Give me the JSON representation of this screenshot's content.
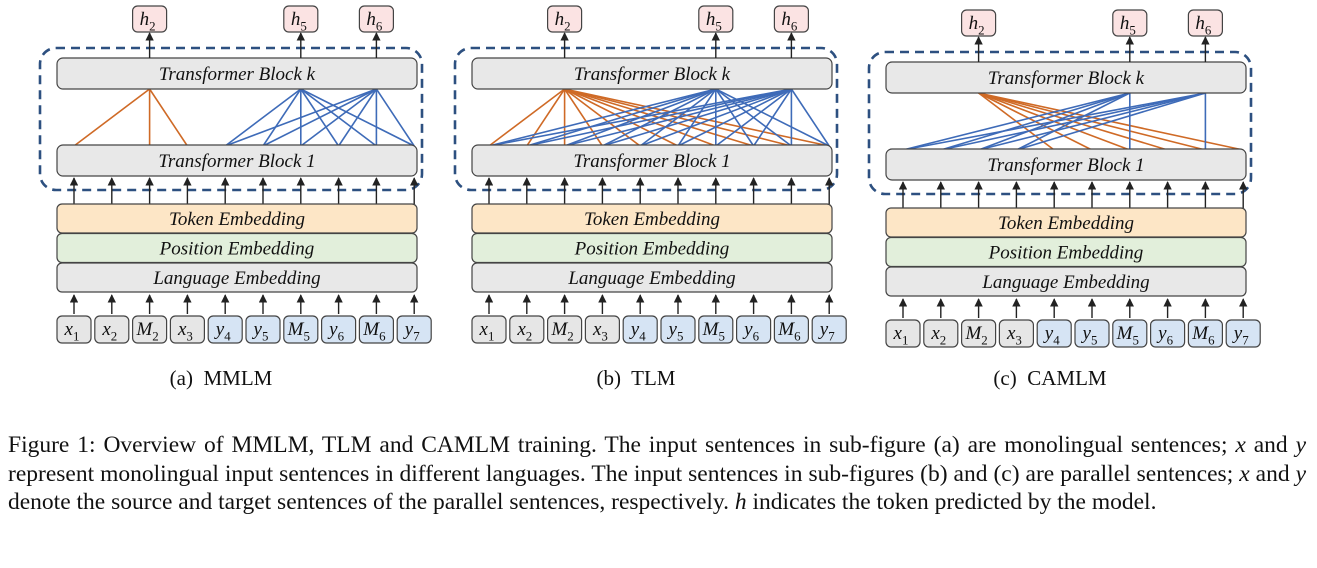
{
  "panels": [
    {
      "id": "a",
      "subcaption": "(a)  MMLM",
      "top_block": "Transformer Block k",
      "bottom_block": "Transformer Block 1",
      "embeddings": [
        "Token Embedding",
        "Position Embedding",
        "Language Embedding"
      ],
      "outputs": [
        {
          "base": "h",
          "sub": "2"
        },
        {
          "base": "h",
          "sub": "5"
        },
        {
          "base": "h",
          "sub": "6"
        }
      ],
      "tokens": [
        {
          "base": "x",
          "sub": "1",
          "lang": "x"
        },
        {
          "base": "x",
          "sub": "2",
          "lang": "x"
        },
        {
          "base": "M",
          "sub": "2",
          "lang": "x"
        },
        {
          "base": "x",
          "sub": "3",
          "lang": "x"
        },
        {
          "base": "y",
          "sub": "4",
          "lang": "y"
        },
        {
          "base": "y",
          "sub": "5",
          "lang": "y"
        },
        {
          "base": "M",
          "sub": "5",
          "lang": "y"
        },
        {
          "base": "y",
          "sub": "6",
          "lang": "y"
        },
        {
          "base": "M",
          "sub": "6",
          "lang": "y"
        },
        {
          "base": "y",
          "sub": "7",
          "lang": "y"
        }
      ],
      "attention": {
        "orange": [
          [
            2,
            0
          ],
          [
            2,
            2
          ],
          [
            2,
            3
          ]
        ],
        "blue": [
          [
            6,
            4
          ],
          [
            6,
            5
          ],
          [
            6,
            6
          ],
          [
            6,
            7
          ],
          [
            6,
            8
          ],
          [
            6,
            9
          ],
          [
            8,
            4
          ],
          [
            8,
            5
          ],
          [
            8,
            6
          ],
          [
            8,
            7
          ],
          [
            8,
            8
          ],
          [
            8,
            9
          ]
        ]
      }
    },
    {
      "id": "b",
      "subcaption": "(b)  TLM",
      "top_block": "Transformer Block k",
      "bottom_block": "Transformer Block 1",
      "embeddings": [
        "Token Embedding",
        "Position Embedding",
        "Language Embedding"
      ],
      "outputs": [
        {
          "base": "h",
          "sub": "2"
        },
        {
          "base": "h",
          "sub": "5"
        },
        {
          "base": "h",
          "sub": "6"
        }
      ],
      "tokens": [
        {
          "base": "x",
          "sub": "1",
          "lang": "x"
        },
        {
          "base": "x",
          "sub": "2",
          "lang": "x"
        },
        {
          "base": "M",
          "sub": "2",
          "lang": "x"
        },
        {
          "base": "x",
          "sub": "3",
          "lang": "x"
        },
        {
          "base": "y",
          "sub": "4",
          "lang": "y"
        },
        {
          "base": "y",
          "sub": "5",
          "lang": "y"
        },
        {
          "base": "M",
          "sub": "5",
          "lang": "y"
        },
        {
          "base": "y",
          "sub": "6",
          "lang": "y"
        },
        {
          "base": "M",
          "sub": "6",
          "lang": "y"
        },
        {
          "base": "y",
          "sub": "7",
          "lang": "y"
        }
      ],
      "attention": {
        "orange": [
          [
            2,
            0
          ],
          [
            2,
            1
          ],
          [
            2,
            2
          ],
          [
            2,
            3
          ],
          [
            2,
            4
          ],
          [
            2,
            5
          ],
          [
            2,
            6
          ],
          [
            2,
            7
          ],
          [
            2,
            8
          ],
          [
            2,
            9
          ]
        ],
        "blue": [
          [
            6,
            0
          ],
          [
            6,
            1
          ],
          [
            6,
            2
          ],
          [
            6,
            3
          ],
          [
            6,
            4
          ],
          [
            6,
            5
          ],
          [
            6,
            6
          ],
          [
            6,
            7
          ],
          [
            6,
            8
          ],
          [
            6,
            9
          ],
          [
            8,
            0
          ],
          [
            8,
            1
          ],
          [
            8,
            2
          ],
          [
            8,
            3
          ],
          [
            8,
            4
          ],
          [
            8,
            5
          ],
          [
            8,
            6
          ],
          [
            8,
            7
          ],
          [
            8,
            8
          ],
          [
            8,
            9
          ]
        ]
      }
    },
    {
      "id": "c",
      "subcaption": "(c)  CAMLM",
      "top_block": "Transformer Block k",
      "bottom_block": "Transformer Block 1",
      "embeddings": [
        "Token Embedding",
        "Position Embedding",
        "Language Embedding"
      ],
      "outputs": [
        {
          "base": "h",
          "sub": "2"
        },
        {
          "base": "h",
          "sub": "5"
        },
        {
          "base": "h",
          "sub": "6"
        }
      ],
      "tokens": [
        {
          "base": "x",
          "sub": "1",
          "lang": "x"
        },
        {
          "base": "x",
          "sub": "2",
          "lang": "x"
        },
        {
          "base": "M",
          "sub": "2",
          "lang": "x"
        },
        {
          "base": "x",
          "sub": "3",
          "lang": "x"
        },
        {
          "base": "y",
          "sub": "4",
          "lang": "y"
        },
        {
          "base": "y",
          "sub": "5",
          "lang": "y"
        },
        {
          "base": "M",
          "sub": "5",
          "lang": "y"
        },
        {
          "base": "y",
          "sub": "6",
          "lang": "y"
        },
        {
          "base": "M",
          "sub": "6",
          "lang": "y"
        },
        {
          "base": "y",
          "sub": "7",
          "lang": "y"
        }
      ],
      "attention": {
        "orange": [
          [
            2,
            4
          ],
          [
            2,
            5
          ],
          [
            2,
            6
          ],
          [
            2,
            7
          ],
          [
            2,
            8
          ],
          [
            2,
            9
          ]
        ],
        "blue": [
          [
            6,
            0
          ],
          [
            6,
            1
          ],
          [
            6,
            2
          ],
          [
            6,
            3
          ],
          [
            6,
            6
          ],
          [
            8,
            0
          ],
          [
            8,
            1
          ],
          [
            8,
            2
          ],
          [
            8,
            3
          ],
          [
            8,
            8
          ]
        ]
      }
    }
  ],
  "colors": {
    "block_fill": "#e8e8e8",
    "token_embedding": "#fde6c6",
    "position_embedding": "#e2efdb",
    "language_embedding": "#e8e8e8",
    "token_x": "#e6e6e6",
    "token_y": "#d6e4f4",
    "output_fill": "#fbe3e3",
    "attention_orange": "#cf6a26",
    "attention_blue": "#3e6bb8",
    "dashed_border": "#2d5080",
    "stroke": "#444444"
  },
  "caption": {
    "runs": [
      {
        "t": "Figure 1: Overview of MMLM, TLM and CAMLM training. The input sentences in sub-figure (a) are monolingual sentences; "
      },
      {
        "t": "x",
        "math": true
      },
      {
        "t": " and "
      },
      {
        "t": "y",
        "math": true
      },
      {
        "t": " represent monolingual input sentences in different languages.  The input sentences in sub-figures (b) and (c) are parallel sentences; "
      },
      {
        "t": "x",
        "math": true
      },
      {
        "t": " and "
      },
      {
        "t": "y",
        "math": true
      },
      {
        "t": " denote the source and target sentences of the parallel sentences, respectively. "
      },
      {
        "t": "h",
        "math": true
      },
      {
        "t": " indicates the token predicted by the model."
      }
    ]
  }
}
